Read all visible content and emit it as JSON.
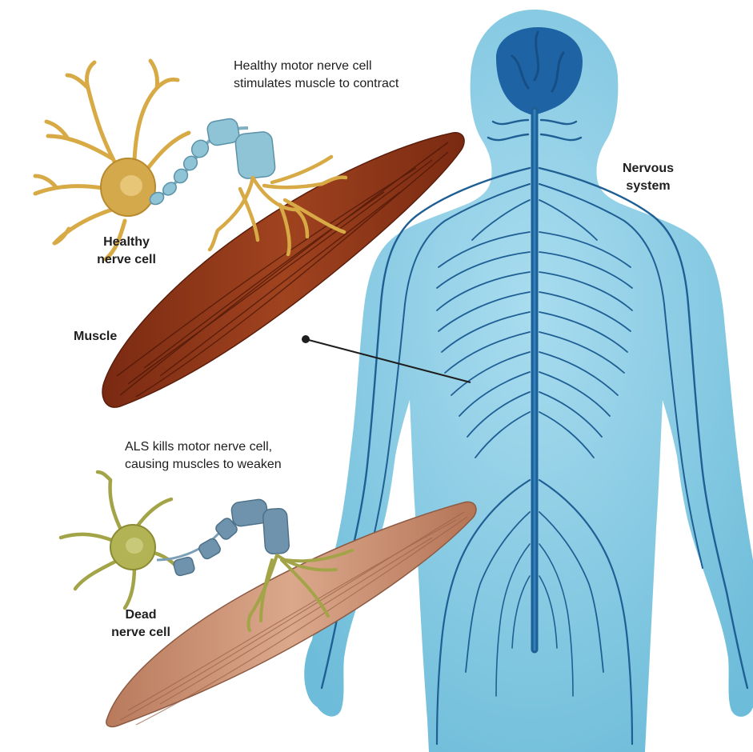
{
  "labels": {
    "healthy_caption_line1": "Healthy motor nerve cell",
    "healthy_caption_line2": "stimulates muscle to contract",
    "nervous_system_line1": "Nervous",
    "nervous_system_line2": "system",
    "healthy_cell_line1": "Healthy",
    "healthy_cell_line2": "nerve cell",
    "muscle": "Muscle",
    "als_caption_line1": "ALS kills motor nerve cell,",
    "als_caption_line2": "causing muscles to weaken",
    "dead_cell_line1": "Dead",
    "dead_cell_line2": "nerve cell"
  },
  "colors": {
    "body_fill": "#7cc6e0",
    "nerve_line": "#1f5f94",
    "brain": "#1e63a3",
    "healthy_muscle": "#8a3519",
    "weak_muscle": "#c88c6e",
    "healthy_cell": "#d7aa45",
    "dead_cell": "#a3a447",
    "axon_sheath_healthy": "#8fc4d6",
    "axon_sheath_dead": "#6f93ad",
    "text": "#1e1e1e"
  }
}
